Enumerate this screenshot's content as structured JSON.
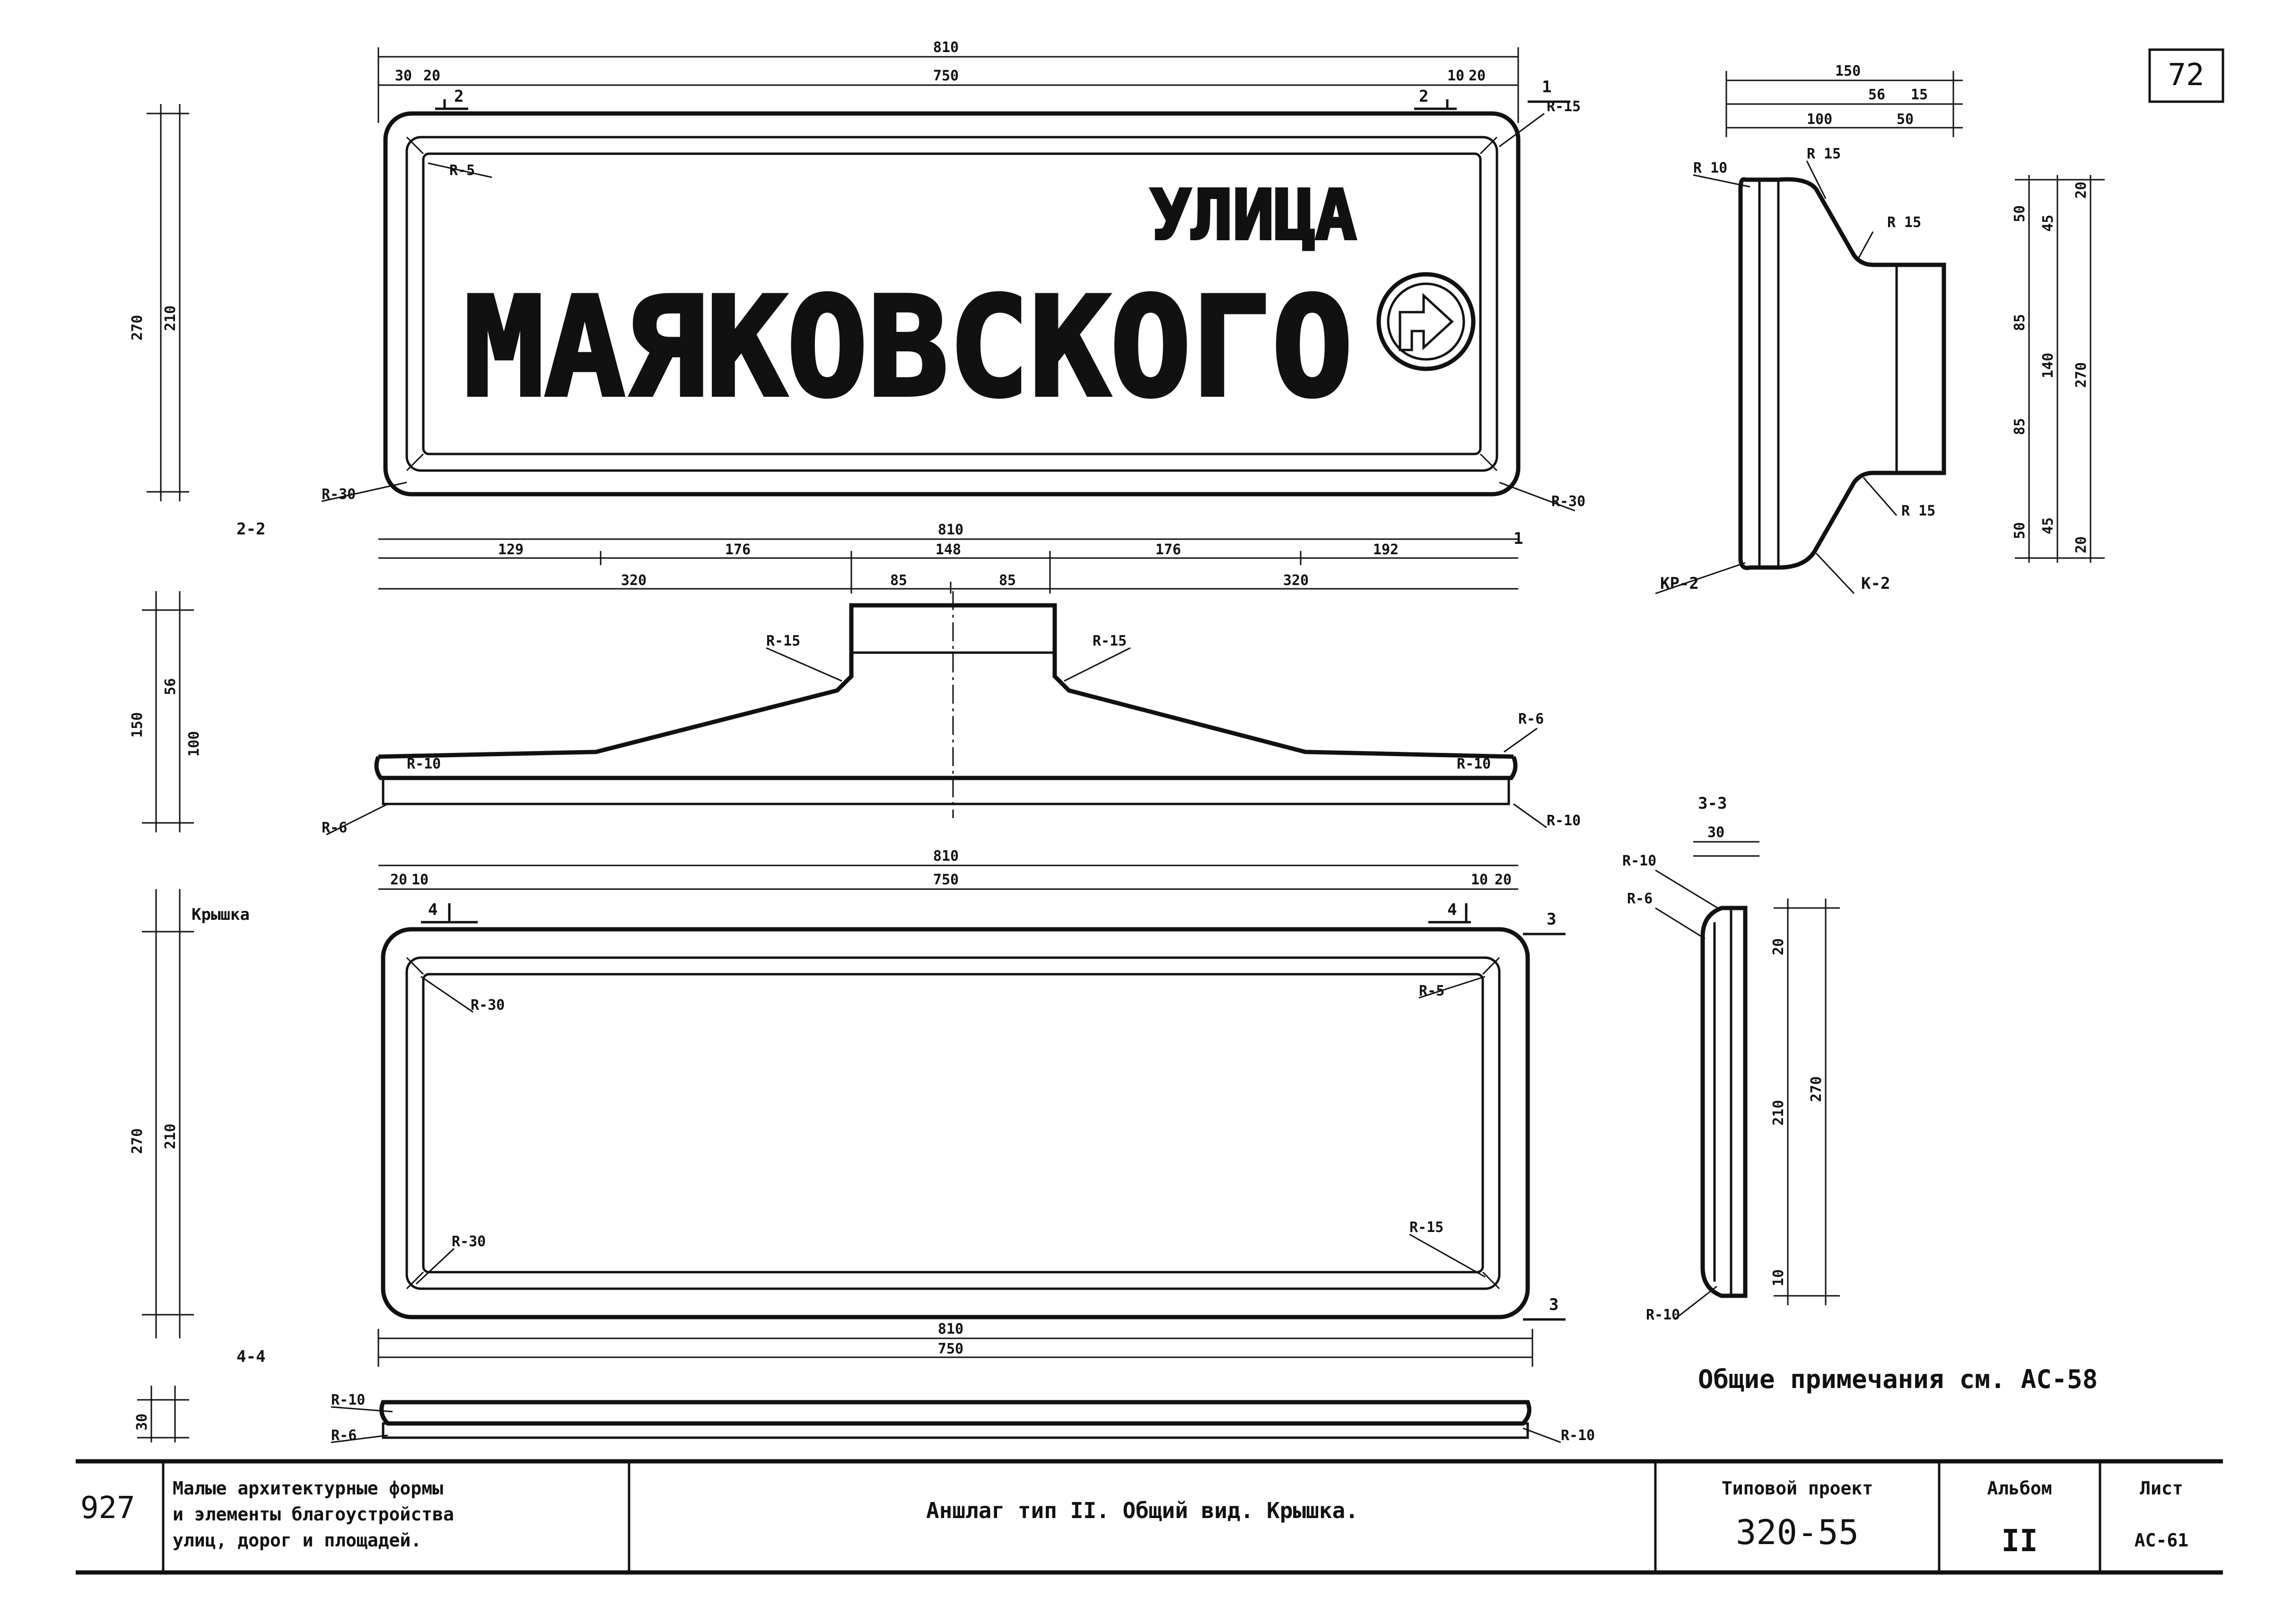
{
  "sheet_number": "72",
  "side_number": "927",
  "dims": {
    "total_810": "810",
    "inner_750": "750",
    "d30": "30",
    "d20": "20",
    "d10": "10",
    "d270": "270",
    "d210": "210",
    "top_chain": [
      "129",
      "176",
      "148",
      "176",
      "192"
    ],
    "mid_chain": [
      "320",
      "85",
      "85",
      "320"
    ],
    "left_150": "150",
    "left_56": "56",
    "left_100": "100",
    "side_150": "150",
    "side_56": "56",
    "side_15": "15",
    "side_100": "100",
    "side_50": "50",
    "right_50a": "50",
    "right_45a": "45",
    "right_20a": "20",
    "right_85a": "85",
    "right_140": "140",
    "right_270": "270",
    "right_85b": "85",
    "right_50b": "50",
    "right_45b": "45",
    "right_20b": "20",
    "s33_30": "30",
    "s33_210": "210",
    "s33_270": "270",
    "s33_20": "20",
    "s33_10": "10"
  },
  "radii": {
    "r15": "R-15",
    "r5": "R-5",
    "r30": "R-30",
    "r10": "R-10",
    "r6": "R-6",
    "r15b": "R 15",
    "r10b": "R 10"
  },
  "sign": {
    "line1": "УЛИЦА",
    "line2": "МАЯКОВСКОГО"
  },
  "sections": {
    "s22": "2-2",
    "s44": "4-4",
    "s33": "3-3",
    "cut1": "1",
    "cut2": "2",
    "cut3": "3",
    "cut4": "4"
  },
  "parts": {
    "cover": "Крышка",
    "kr2": "КР-2",
    "k2": "К-2"
  },
  "notes": "Общие примечания см. АС-58",
  "title_block": {
    "org_line1": "Малые архитектурные формы",
    "org_line2": "и элементы благоустройства",
    "org_line3": "улиц, дорог и площадей.",
    "title": "Аншлаг тип II. Общий вид. Крышка.",
    "project_label": "Типовой проект",
    "project_number": "320-55",
    "album_label": "Альбом",
    "album_number": "II",
    "sheet_label": "Лист",
    "sheet_code": "АС-61"
  }
}
